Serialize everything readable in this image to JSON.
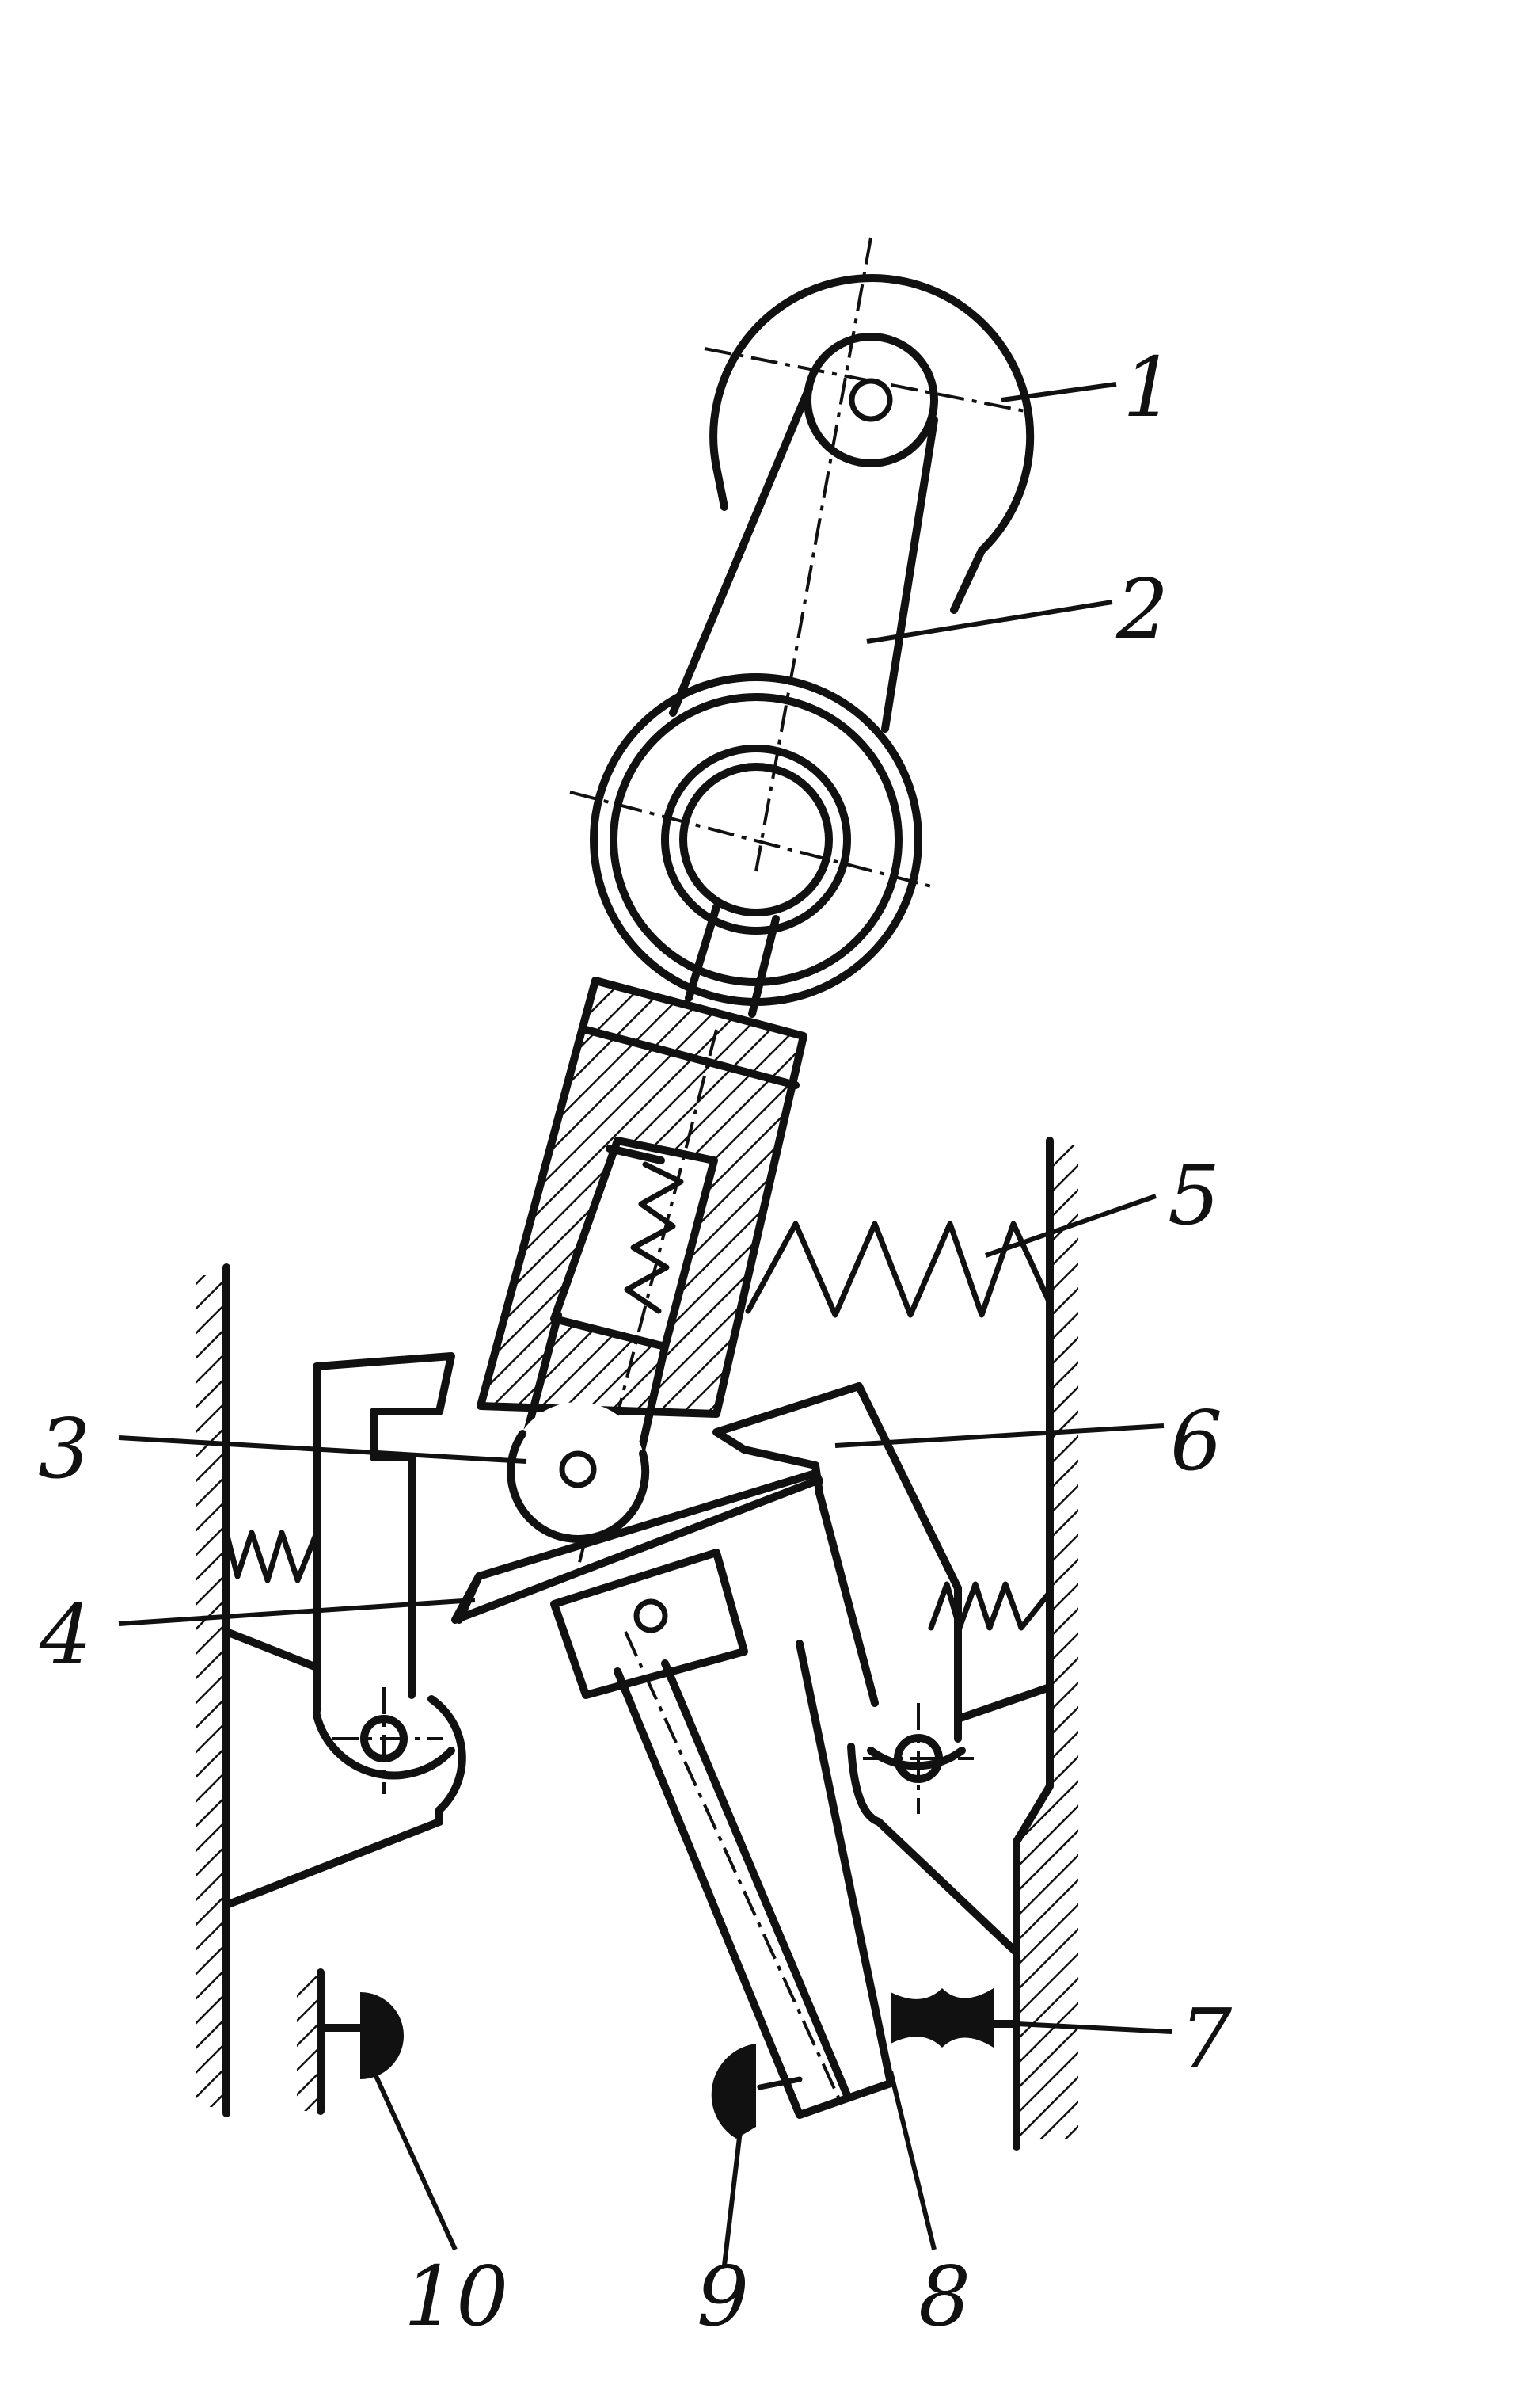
{
  "labels": [
    "1",
    "2",
    "3",
    "4",
    "5",
    "6",
    "7",
    "8",
    "9",
    "10"
  ],
  "colors": {
    "ink": "#111111",
    "paper": "#ffffff"
  }
}
